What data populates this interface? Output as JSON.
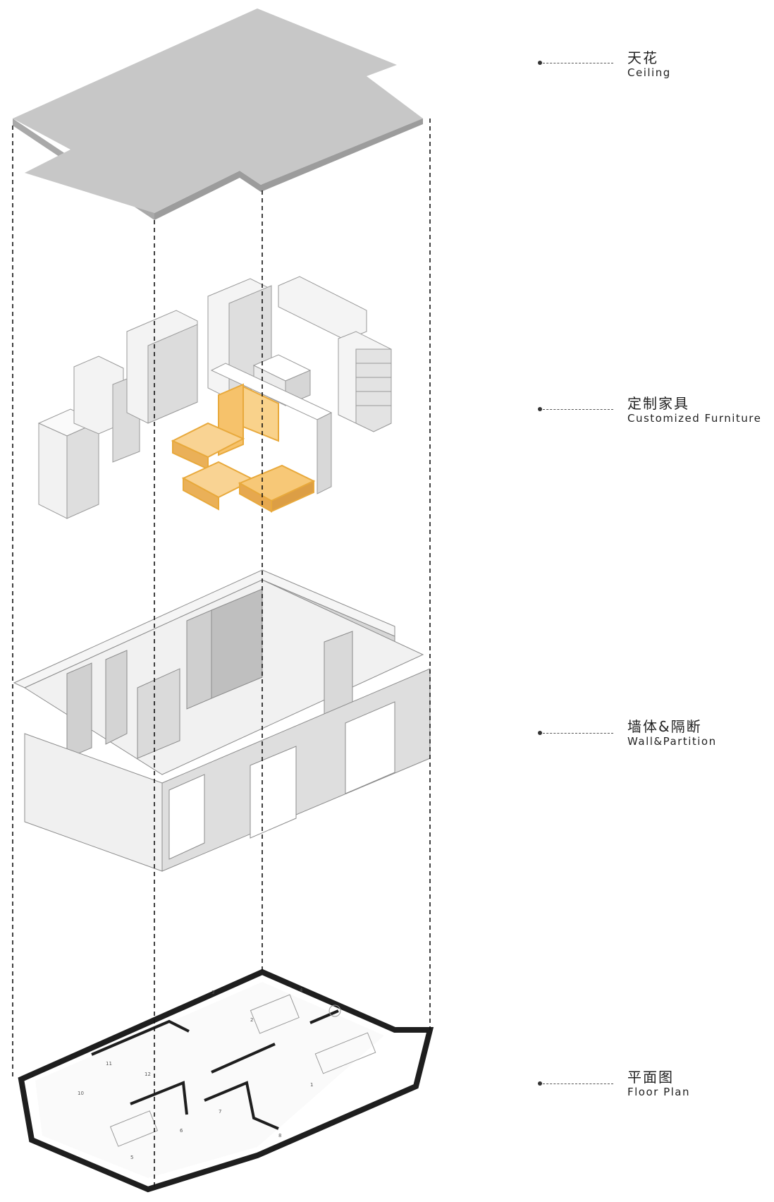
{
  "layers": [
    {
      "id": "ceiling",
      "label_cn": "天花",
      "label_en": "Ceiling"
    },
    {
      "id": "furniture",
      "label_cn": "定制家具",
      "label_en": "Customized Furniture"
    },
    {
      "id": "walls",
      "label_cn": "墙体&隔断",
      "label_en": "Wall&Partition"
    },
    {
      "id": "floor-plan",
      "label_cn": "平面图",
      "label_en": "Floor Plan"
    }
  ],
  "colors": {
    "ceiling": "#c7c7c7",
    "wall_face": "#e6e6e6",
    "wall_top": "#ffffff",
    "furniture_highlight": "#f6c26b",
    "furniture_highlight_edge": "#e8a93c",
    "plan_walls": "#1e1e1e"
  },
  "floor_plan_room_numbers": [
    "1",
    "2",
    "3",
    "4",
    "5",
    "6",
    "7",
    "8",
    "10",
    "11",
    "12"
  ]
}
